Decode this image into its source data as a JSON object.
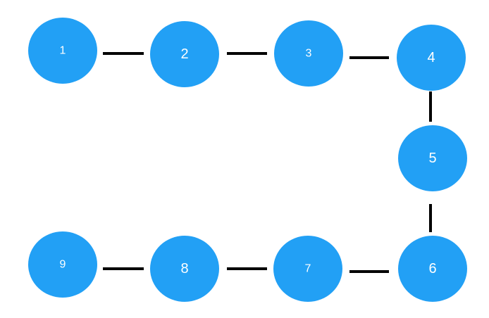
{
  "diagram": {
    "colors": {
      "node_fill": "#22a0f5",
      "edge": "#000000",
      "label": "#ffffff"
    },
    "nodes": [
      {
        "id": "n1",
        "label": "1"
      },
      {
        "id": "n2",
        "label": "2"
      },
      {
        "id": "n3",
        "label": "3"
      },
      {
        "id": "n4",
        "label": "4"
      },
      {
        "id": "n5",
        "label": "5"
      },
      {
        "id": "n6",
        "label": "6"
      },
      {
        "id": "n7",
        "label": "7"
      },
      {
        "id": "n8",
        "label": "8"
      },
      {
        "id": "n9",
        "label": "9"
      }
    ],
    "edges": [
      {
        "from": "n1",
        "to": "n2"
      },
      {
        "from": "n2",
        "to": "n3"
      },
      {
        "from": "n3",
        "to": "n4"
      },
      {
        "from": "n4",
        "to": "n5"
      },
      {
        "from": "n5",
        "to": "n6"
      },
      {
        "from": "n6",
        "to": "n7"
      },
      {
        "from": "n7",
        "to": "n8"
      },
      {
        "from": "n8",
        "to": "n9"
      }
    ]
  }
}
